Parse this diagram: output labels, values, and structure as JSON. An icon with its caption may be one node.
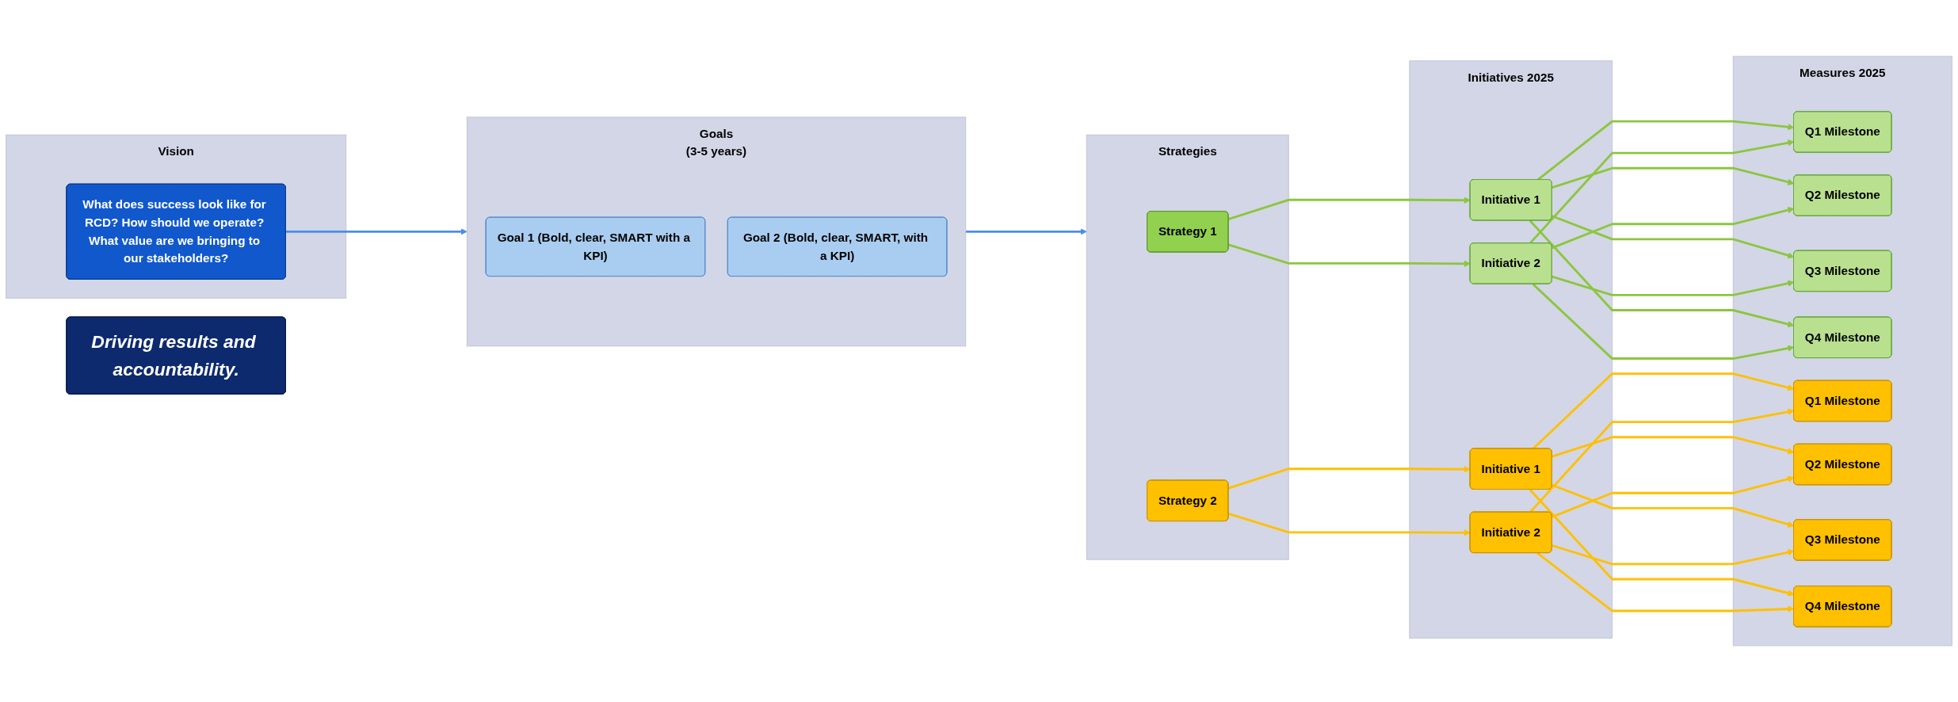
{
  "diagram": {
    "nodes": [
      {
        "text": [
          "Vision"
        ]
      },
      {
        "text": [
          "What does success look like for RCD? How should we operate? What value are we bringing to our stakeholders?"
        ],
        "in": 0
      },
      {
        "text": [
          "Goals",
          "(3-5 years)"
        ]
      },
      {
        "text": [
          "Goal 1 (Bold, clear, SMART with a KPI)"
        ],
        "in": 2
      },
      {
        "text": [
          "Goal 2 (Bold, clear, SMART, with a KPI)"
        ],
        "in": 2
      },
      {
        "text": [
          "Strategies"
        ]
      },
      {
        "text": [
          "Strategy 1"
        ],
        "in": 5
      },
      {
        "text": [
          "Strategy 2"
        ],
        "in": 5
      },
      {
        "text": [
          "Initiatives 2025"
        ]
      },
      {
        "text": [
          "Initiative 1"
        ],
        "in": 8
      },
      {
        "text": [
          "Initiative 2"
        ],
        "in": 8
      },
      {
        "text": [
          "Initiative 1"
        ],
        "in": 8
      },
      {
        "text": [
          "Initiative 2"
        ],
        "in": 8
      },
      {
        "text": [
          "Measures 2025"
        ]
      },
      {
        "text": [
          "Q1 Milestone"
        ],
        "in": 13
      },
      {
        "text": [
          "Q2 Milestone"
        ],
        "in": 13
      },
      {
        "text": [
          "Q3 Milestone"
        ],
        "in": 13
      },
      {
        "text": [
          "Q4 Milestone"
        ],
        "in": 13
      },
      {
        "text": [
          "Q1 Milestone"
        ],
        "in": 13
      },
      {
        "text": [
          "Q2 Milestone"
        ],
        "in": 13
      },
      {
        "text": [
          "Q3 Milestone"
        ],
        "in": 13
      },
      {
        "text": [
          "Q4 Milestone"
        ],
        "in": 13
      },
      {
        "text": [
          "Driving results and accountability."
        ]
      }
    ],
    "edges": [
      {
        "from": 1,
        "to": 2,
        "arrow": "to",
        "color": "#4a8ee8"
      },
      {
        "from": 2,
        "to": 5,
        "arrow": "to",
        "color": "#4a8ee8"
      },
      {
        "from": 6,
        "to": 9,
        "arrow": "to",
        "color": "#8cc63f"
      },
      {
        "from": 6,
        "to": 10,
        "arrow": "to",
        "color": "#8cc63f"
      },
      {
        "from": 7,
        "to": 11,
        "arrow": "to",
        "color": "#ffc000"
      },
      {
        "from": 7,
        "to": 12,
        "arrow": "to",
        "color": "#ffc000"
      },
      {
        "from": 9,
        "to": 14,
        "arrow": "to",
        "color": "#8cc63f"
      },
      {
        "from": 9,
        "to": 15,
        "arrow": "to",
        "color": "#8cc63f"
      },
      {
        "from": 9,
        "to": 16,
        "arrow": "to",
        "color": "#8cc63f"
      },
      {
        "from": 9,
        "to": 17,
        "arrow": "to",
        "color": "#8cc63f"
      },
      {
        "from": 10,
        "to": 14,
        "arrow": "to",
        "color": "#8cc63f"
      },
      {
        "from": 10,
        "to": 15,
        "arrow": "to",
        "color": "#8cc63f"
      },
      {
        "from": 10,
        "to": 16,
        "arrow": "to",
        "color": "#8cc63f"
      },
      {
        "from": 10,
        "to": 17,
        "arrow": "to",
        "color": "#8cc63f"
      },
      {
        "from": 11,
        "to": 18,
        "arrow": "to",
        "color": "#ffc000"
      },
      {
        "from": 11,
        "to": 19,
        "arrow": "to",
        "color": "#ffc000"
      },
      {
        "from": 11,
        "to": 20,
        "arrow": "to",
        "color": "#ffc000"
      },
      {
        "from": 11,
        "to": 21,
        "arrow": "to",
        "color": "#ffc000"
      },
      {
        "from": 12,
        "to": 18,
        "arrow": "to",
        "color": "#ffc000"
      },
      {
        "from": 12,
        "to": 19,
        "arrow": "to",
        "color": "#ffc000"
      },
      {
        "from": 12,
        "to": 20,
        "arrow": "to",
        "color": "#ffc000"
      },
      {
        "from": 12,
        "to": 21,
        "arrow": "to",
        "color": "#ffc000"
      }
    ]
  }
}
